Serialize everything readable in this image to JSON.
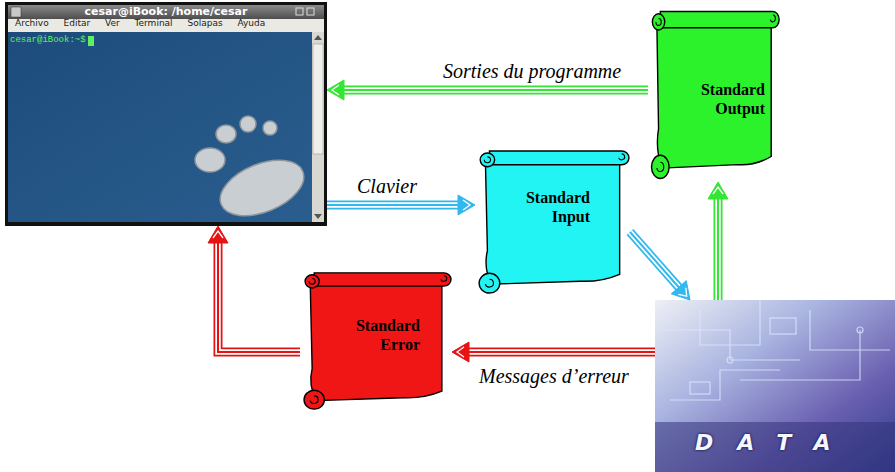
{
  "diagram": {
    "nodes": [
      {
        "text": [
          "cesar@iBook: /home/cesar",
          "Archivo Editar Ver Terminal Solapas Ayuda",
          "cesar@iBook:~$"
        ]
      },
      {
        "text": [
          "Standard Output"
        ]
      },
      {
        "text": [
          "Standard Input"
        ]
      },
      {
        "text": [
          "Standard Error"
        ]
      },
      {
        "text": [
          "DATA"
        ]
      }
    ],
    "edges": [
      {
        "from": 1,
        "to": 0,
        "label": "Sorties du programme",
        "arrow": "to"
      },
      {
        "from": 0,
        "to": 2,
        "label": "Clavier",
        "arrow": "to"
      },
      {
        "from": 2,
        "to": 4,
        "arrow": "to"
      },
      {
        "from": 4,
        "to": 1,
        "arrow": "to"
      },
      {
        "from": 4,
        "to": 3,
        "label": "Messages d’erreur",
        "arrow": "to"
      },
      {
        "from": 3,
        "to": 0,
        "arrow": "to"
      }
    ]
  }
}
